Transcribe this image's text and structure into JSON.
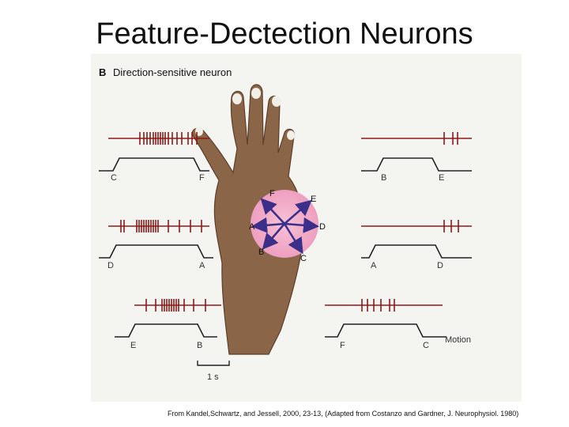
{
  "slide": {
    "title": "Feature-Dectection Neurons",
    "caption": "From Kandel,Schwartz, and Jessell, 2000, 23-13, (Adapted from Costanzo and Gardner, J. Neurophysiol. 1980)"
  },
  "figure": {
    "panel_label": "B",
    "panel_title": "Direction-sensitive neuron",
    "directions": [
      "F",
      "E",
      "A",
      "D",
      "B",
      "C"
    ],
    "rows": [
      {
        "left": {
          "start": "C",
          "end": "F"
        },
        "right": {
          "start": "B",
          "end": "E"
        }
      },
      {
        "left": {
          "start": "D",
          "end": "A"
        },
        "right": {
          "start": "A",
          "end": "D"
        }
      },
      {
        "left": {
          "start": "E",
          "end": "B"
        },
        "right": {
          "start": "F",
          "end": "C"
        }
      }
    ],
    "motion_label": "Motion",
    "scale_label": "1 s",
    "colors": {
      "trace": "#8b1a1a",
      "arrow": "#3b2f8a",
      "stimulus": "#222222",
      "skin": "#8a6548",
      "receptive_field": "#f2a8c4"
    }
  }
}
